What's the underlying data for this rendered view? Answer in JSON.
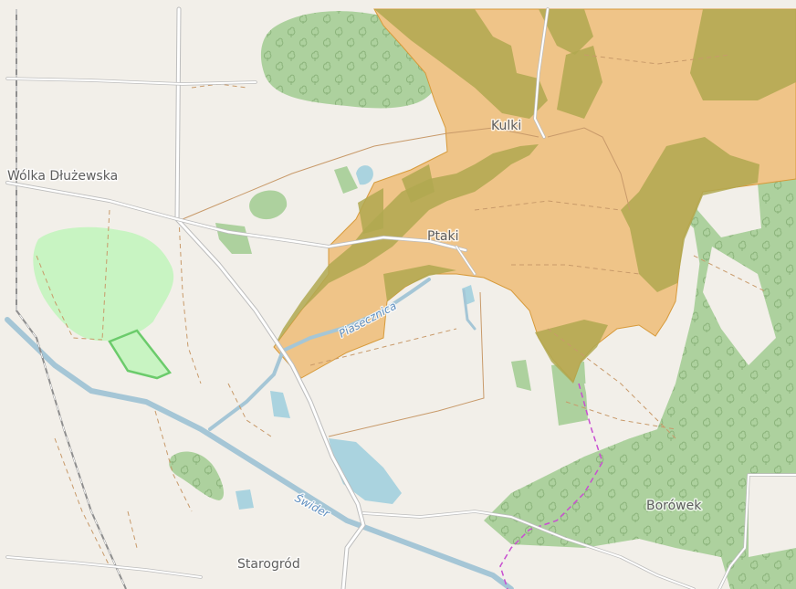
{
  "map": {
    "colors": {
      "land": "#f2efe9",
      "forest": "#add19e",
      "forest_symbol": "#8cb47c",
      "residential": "#efc488",
      "residential_border": "#d79a3a",
      "dark_woods": "#b0a850",
      "meadow": "#c8f4c2",
      "recreation_border": "#6bcb6b",
      "water": "#aad3df",
      "river": "#a5c6d6",
      "road_casing": "#bdbdbd",
      "road_fill": "#ffffff",
      "track": "#c89a6a",
      "railway": "#8e8e8e",
      "boundary": "#c84fd0",
      "label": "#5e5e5e",
      "river_label": "#5f8fc0"
    },
    "places": {
      "wolka": "Wólka Dłużewska",
      "kulki": "Kulki",
      "ptaki": "Ptaki",
      "borowek": "Borówek",
      "starogrod": "Starogród"
    },
    "rivers": {
      "piasecznica": "Piasecznica",
      "swider": "Świder"
    },
    "icons": {
      "forest_symbol": "tree-icon"
    }
  }
}
